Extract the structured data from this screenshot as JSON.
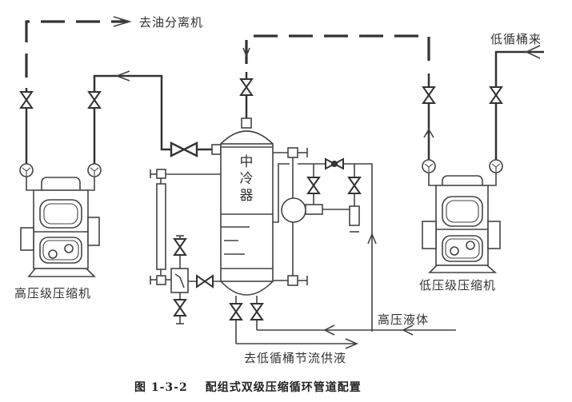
{
  "figure": {
    "number": "图 1-3-2",
    "title": "配组式双级压缩循环管道配置"
  },
  "labels": {
    "to_oil_separator": "去油分离机",
    "from_low_circ_barrel": "低循桶来",
    "high_stage_compressor": "高压级压缩机",
    "low_stage_compressor": "低压级压缩机",
    "intercooler": [
      "中",
      "冷",
      "器"
    ],
    "high_pressure_liquid": "高压液体",
    "to_low_circ_barrel_throttle": "去低循桶节流供液"
  }
}
